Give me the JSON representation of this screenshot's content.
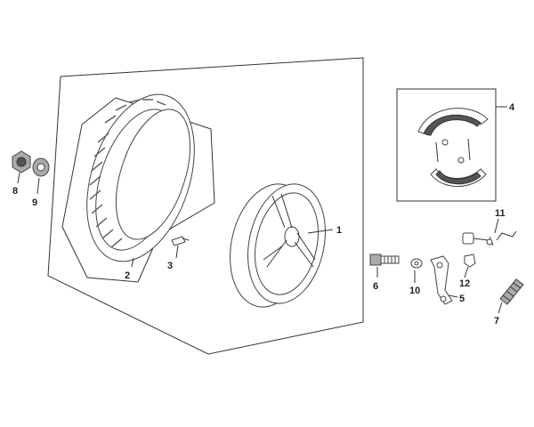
{
  "callouts": {
    "c1": "1",
    "c2": "2",
    "c3": "3",
    "c4": "4",
    "c5": "5",
    "c6": "6",
    "c7": "7",
    "c8": "8",
    "c9": "9",
    "c10": "10",
    "c11": "11",
    "c12": "12"
  },
  "colors": {
    "line": "#333333",
    "shade": "#555555",
    "fill": "#ffffff"
  }
}
